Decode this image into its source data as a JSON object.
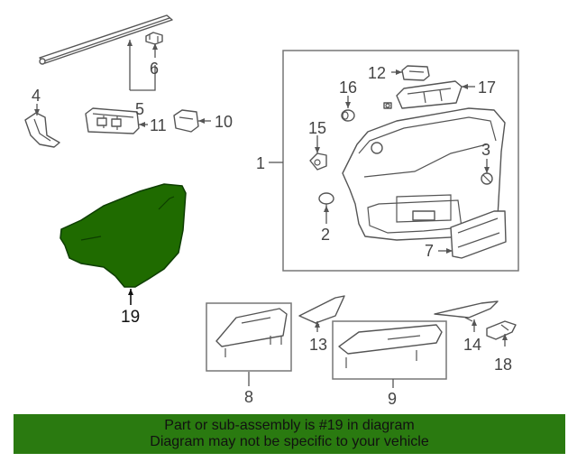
{
  "callouts": {
    "c1": "1",
    "c2": "2",
    "c3": "3",
    "c4": "4",
    "c5": "5",
    "c6": "6",
    "c7": "7",
    "c8": "8",
    "c9": "9",
    "c10": "10",
    "c11": "11",
    "c12": "12",
    "c13": "13",
    "c14": "14",
    "c15": "15",
    "c16": "16",
    "c17": "17",
    "c18": "18",
    "c19": "19"
  },
  "highlight": {
    "part_number": "19",
    "color": "#1f6b00"
  },
  "banner": {
    "line1": "Part or sub-assembly is #19 in diagram",
    "line2": "Diagram may not be specific to your vehicle",
    "background": "#2a7a10"
  }
}
